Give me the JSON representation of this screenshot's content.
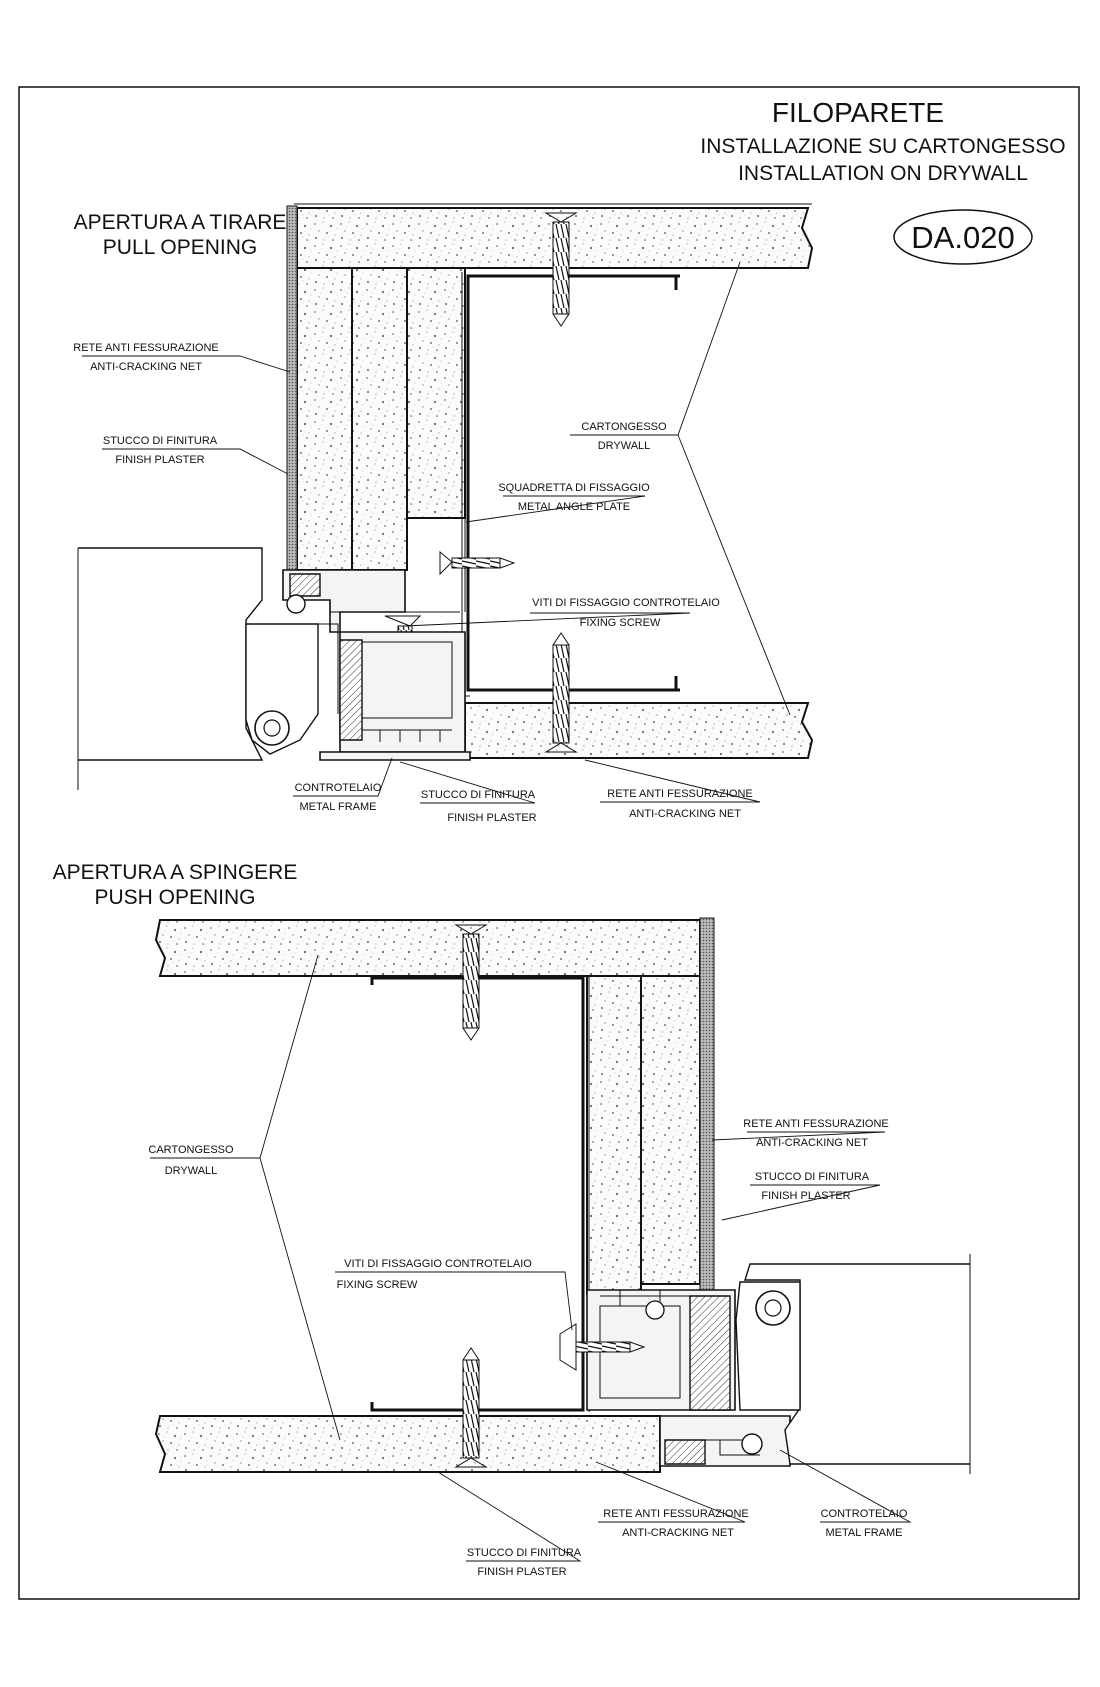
{
  "title": {
    "main": "FILOPARETE",
    "sub_it": "INSTALLAZIONE SU CARTONGESSO",
    "sub_en": "INSTALLATION ON DRYWALL",
    "code": "DA.020"
  },
  "pull": {
    "heading_it": "APERTURA A TIRARE",
    "heading_en": "PULL OPENING",
    "labels": {
      "net_it": "RETE ANTI FESSURAZIONE",
      "net_en": "ANTI-CRACKING NET",
      "plaster_it": "STUCCO DI FINITURA",
      "plaster_en": "FINISH PLASTER",
      "drywall_it": "CARTONGESSO",
      "drywall_en": "DRYWALL",
      "angle_it": "SQUADRETTA DI FISSAGGIO",
      "angle_en": "METAL ANGLE PLATE",
      "screw_it": "VITI DI FISSAGGIO CONTROTELAIO",
      "screw_en": "FIXING SCREW",
      "frame_it": "CONTROTELAIO",
      "frame_en": "METAL FRAME",
      "plaster2_it": "STUCCO DI FINITURA",
      "plaster2_en": "FINISH PLASTER",
      "net2_it": "RETE ANTI FESSURAZIONE",
      "net2_en": "ANTI-CRACKING NET"
    }
  },
  "push": {
    "heading_it": "APERTURA A SPINGERE",
    "heading_en": "PUSH OPENING",
    "labels": {
      "net_it": "RETE ANTI FESSURAZIONE",
      "net_en": "ANTI-CRACKING NET",
      "plaster_it": "STUCCO DI FINITURA",
      "plaster_en": "FINISH PLASTER",
      "drywall_it": "CARTONGESSO",
      "drywall_en": "DRYWALL",
      "screw_it": "VITI DI FISSAGGIO CONTROTELAIO",
      "screw_en": "FIXING SCREW",
      "net2_it": "RETE ANTI FESSURAZIONE",
      "net2_en": "ANTI-CRACKING NET",
      "frame_it": "CONTROTELAIO",
      "frame_en": "METAL FRAME",
      "plaster2_it": "STUCCO DI FINITURA",
      "plaster2_en": "FINISH PLASTER"
    }
  }
}
